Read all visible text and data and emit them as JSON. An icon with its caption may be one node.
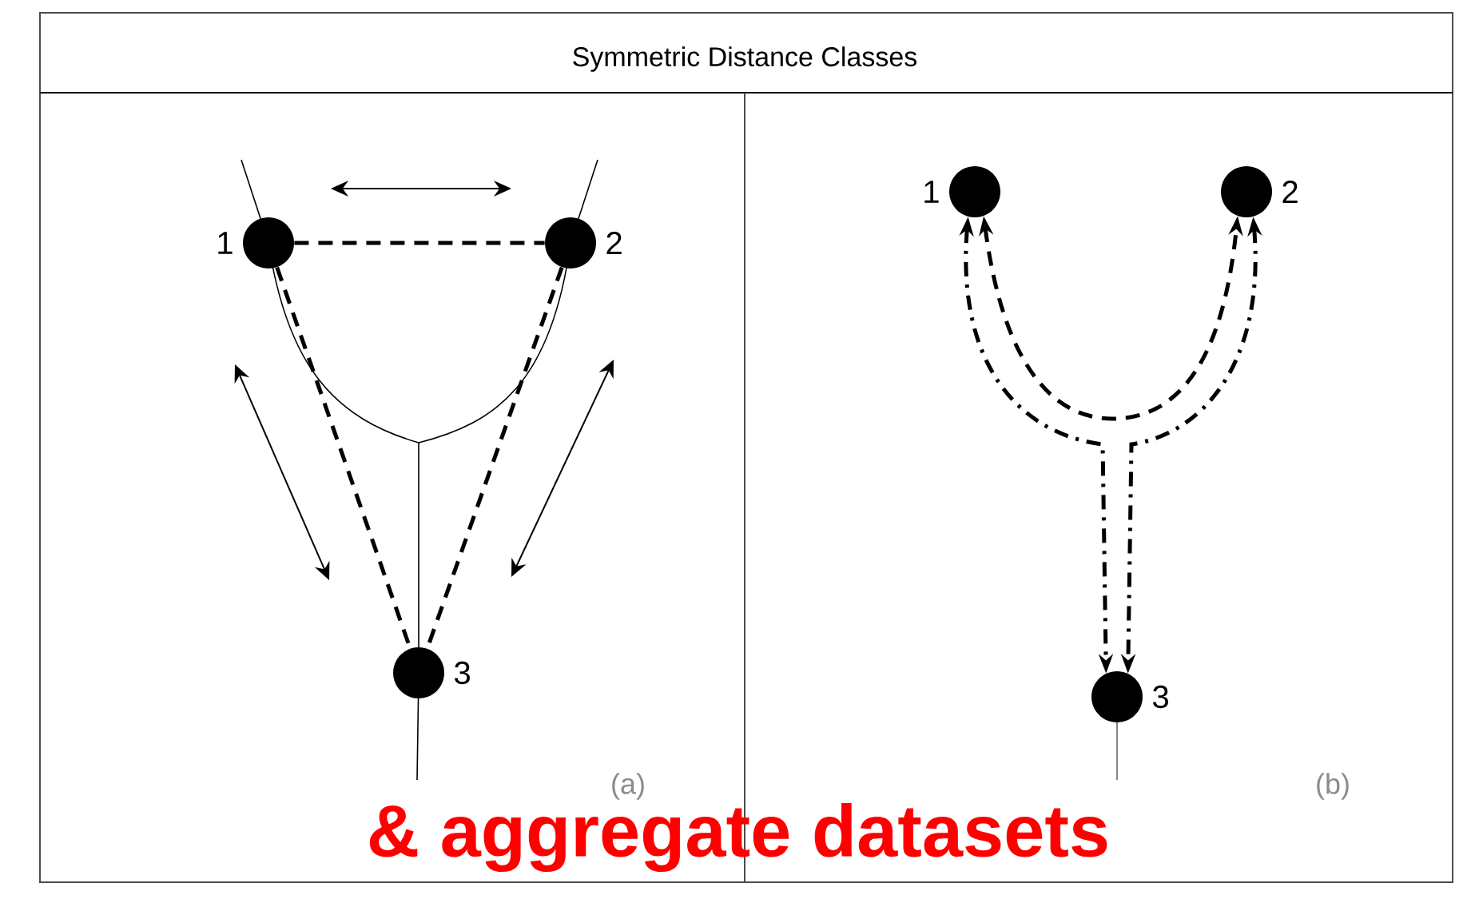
{
  "diagram": {
    "title": "Symmetric Distance Classes",
    "nodes": [
      {
        "text": [],
        "shape": "circle",
        "beside": [
          "1"
        ]
      },
      {
        "text": [],
        "shape": "circle",
        "beside": [
          "2"
        ]
      },
      {
        "text": [],
        "shape": "circle",
        "beside": [
          "3"
        ]
      },
      {
        "text": [],
        "shape": "circle",
        "beside": [
          "1"
        ]
      },
      {
        "text": [],
        "shape": "circle",
        "beside": [
          "2"
        ]
      },
      {
        "text": [],
        "shape": "circle",
        "beside": [
          "3"
        ]
      }
    ],
    "edges": [
      {
        "from": 0,
        "to": 1,
        "arrow": "none",
        "style": "dashed"
      },
      {
        "from": 0,
        "to": 2,
        "arrow": "none",
        "style": "dashed"
      },
      {
        "from": 1,
        "to": 2,
        "arrow": "none",
        "style": "dashed"
      },
      {
        "from": 3,
        "to": 4,
        "arrow": "both",
        "style": "dashed"
      },
      {
        "from": 3,
        "to": 5,
        "arrow": "both"
      },
      {
        "from": 4,
        "to": 5,
        "arrow": "both"
      }
    ],
    "labels": [
      "(a)",
      "(b)",
      "& aggregate datasets"
    ]
  }
}
